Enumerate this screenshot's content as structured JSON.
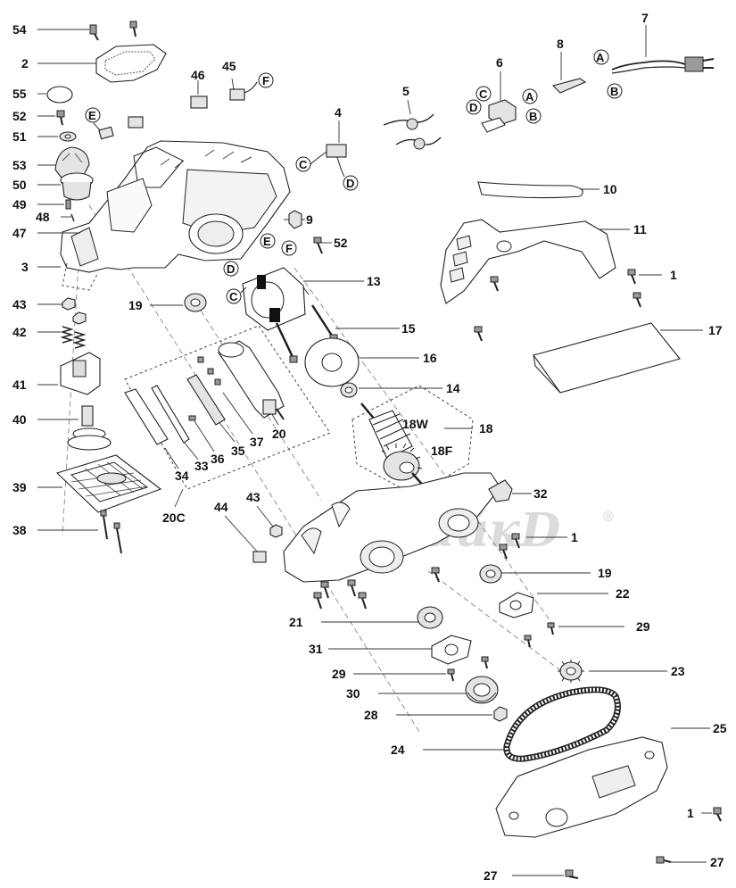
{
  "labels": {
    "p54": "54",
    "p2": "2",
    "p55": "55",
    "p52a": "52",
    "p51": "51",
    "p53": "53",
    "p50": "50",
    "p49": "49",
    "p48": "48",
    "p47": "47",
    "p3": "3",
    "p43a": "43",
    "p42": "42",
    "p41": "41",
    "p40": "40",
    "p39": "39",
    "p38": "38",
    "p19a": "19",
    "p46": "46",
    "p45": "45",
    "p4": "4",
    "p9": "9",
    "p52b": "52",
    "p13": "13",
    "p15": "15",
    "p16": "16",
    "p14": "14",
    "p5": "5",
    "p6": "6",
    "p8": "8",
    "p7": "7",
    "p10": "10",
    "p11": "11",
    "p1a": "1",
    "p17": "17",
    "p18w": "18W",
    "p18": "18",
    "p18f": "18F",
    "p20": "20",
    "p37": "37",
    "p35": "35",
    "p36": "36",
    "p33": "33",
    "p34": "34",
    "p20c": "20C",
    "p44": "44",
    "p43b": "43",
    "p32": "32",
    "p1b": "1",
    "p19b": "19",
    "p22": "22",
    "p29a": "29",
    "p21": "21",
    "p31": "31",
    "p29b": "29",
    "p23": "23",
    "p30": "30",
    "p28": "28",
    "p24": "24",
    "p25": "25",
    "p1c": "1",
    "p27a": "27",
    "p27b": "27"
  },
  "letters": {
    "cordA": "A",
    "cordB": "B",
    "f45": "F",
    "e46": "E",
    "c4": "C",
    "d4": "D",
    "sw_c": "C",
    "sw_a": "A",
    "sw_d": "D",
    "sw_b": "B",
    "st_e": "E",
    "st_f": "F",
    "st_d": "D",
    "st_c": "C"
  },
  "watermark": {
    "text": "DрайкD",
    "mark": "®"
  }
}
